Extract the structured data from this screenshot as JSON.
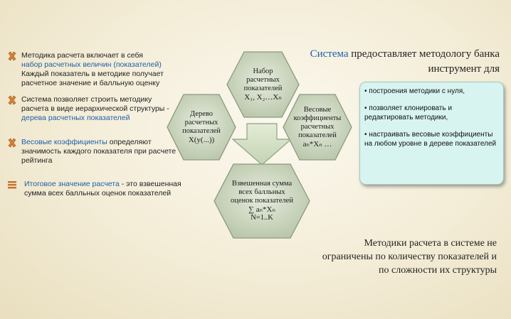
{
  "left_notes": [
    {
      "icon": "x-mark-icon",
      "intro": "Методика расчета включает в себя",
      "highlight": "набор расчетных величин (показателей)",
      "rest": "Каждый показатель в методике получает расчетное значение и балльную оценку"
    },
    {
      "icon": "x-mark-icon",
      "intro": "Система позволяет строить методику расчета в виде иерархической структуры -",
      "highlight": "дерева расчетных показателей",
      "rest": ""
    },
    {
      "icon": "x-mark-icon",
      "intro": "",
      "highlight": "Весовые коэффициенты",
      "rest": " определяют значимость каждого показателя при расчете рейтинга"
    },
    {
      "icon": "list-bars-icon",
      "intro": "",
      "highlight": "Итоговое значение расчета",
      "rest": " - это взвешенная сумма всех балльных оценок показателей"
    }
  ],
  "hexagons": {
    "set": {
      "line1": "Набор",
      "line2": "расчетных",
      "line3": "показателей",
      "formula": "X₁, X₂…Xₙ"
    },
    "tree": {
      "line1": "Дерево",
      "line2": "расчетных",
      "line3": "показателей",
      "formula": "X(y(...))"
    },
    "weights": {
      "line1": "Весовые",
      "line2": "коэффициенты",
      "line3": "расчетных",
      "line4": "показателей",
      "formula": "aₙ*Xₙ …"
    },
    "sum": {
      "line1": "Взвешенная сумма",
      "line2": "всех балльных",
      "line3": "оценок показателей",
      "formula": "∑ aₙ*Xₙ",
      "range": "N=1..K"
    }
  },
  "right_title": {
    "highlight": "Система",
    "rest": " предоставляет методологу банка инструмент для"
  },
  "right_box_items": [
    "• построения методики с нуля,",
    "• позволяет клонировать и редактировать методики,",
    "• настраивать весовые коэффициенты на любом уровне в дереве показателей"
  ],
  "bottom_note": "Методики расчета в системе не ограничены по количеству показателей и по сложности их структуры",
  "colors": {
    "hex_fill": "#d3dcc6",
    "hex_stroke": "#8a9a7c",
    "arrow_fill": "#d8e4cc",
    "accent_blue": "#1f5fa8",
    "x_mark": "#d98232",
    "box_fill": "#d7f4f1"
  }
}
